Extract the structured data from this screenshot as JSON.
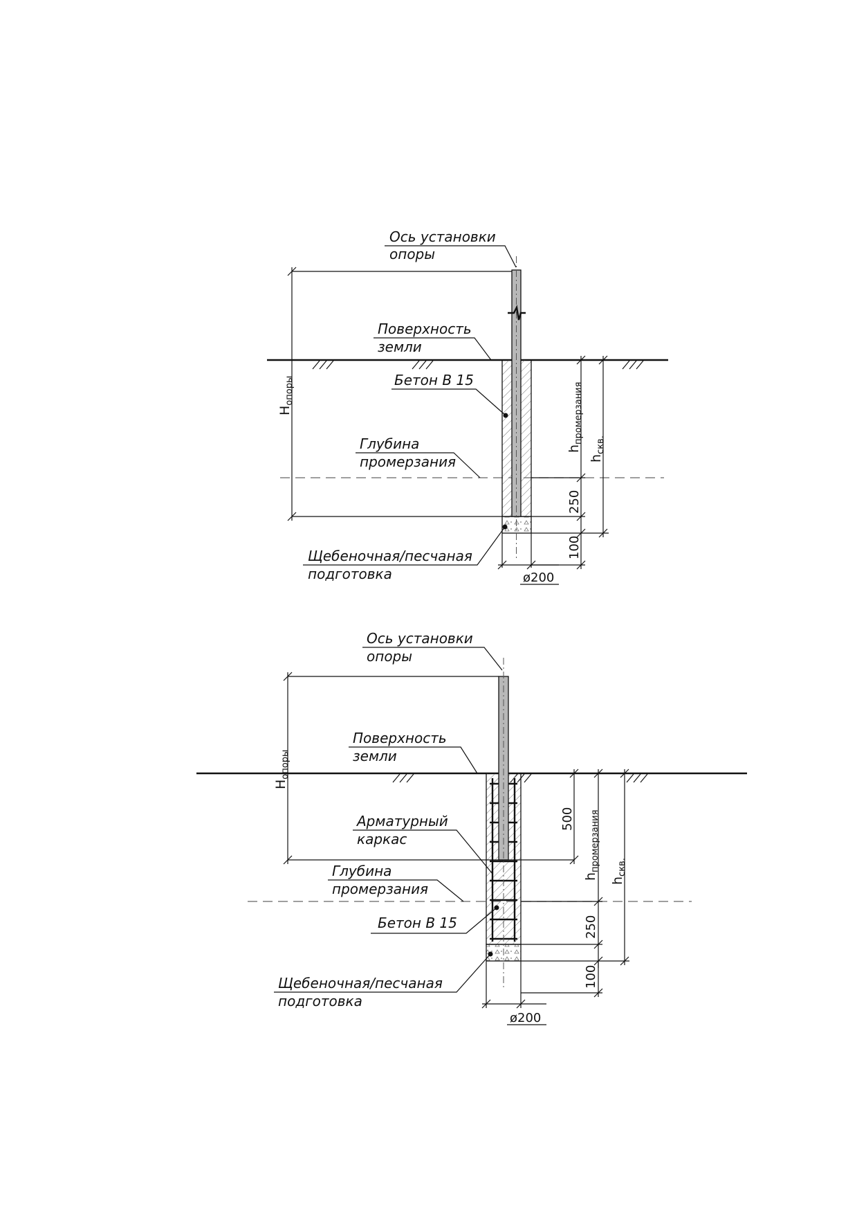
{
  "diagram1": {
    "axis_label_line1": "Ось установки",
    "axis_label_line2": "опоры",
    "ground_label_line1": "Поверхность",
    "ground_label_line2": "земли",
    "concrete_label": "Бетон В 15",
    "frost_label_line1": "Глубина",
    "frost_label_line2": "промерзания",
    "base_label_line1": "Щебеночная/песчаная",
    "base_label_line2": "подготовка",
    "dim_H": "H",
    "dim_H_sub": "опоры",
    "dim_hfrost": "h",
    "dim_hfrost_sub": "промерзания",
    "dim_hwell": "h",
    "dim_hwell_sub": "скв.",
    "dim_250": "250",
    "dim_100": "100",
    "dim_diam": "ø200"
  },
  "diagram2": {
    "axis_label_line1": "Ось установки",
    "axis_label_line2": "опоры",
    "ground_label_line1": "Поверхность",
    "ground_label_line2": "земли",
    "rebar_label_line1": "Арматурный",
    "rebar_label_line2": "каркас",
    "frost_label_line1": "Глубина",
    "frost_label_line2": "промерзания",
    "concrete_label": "Бетон В 15",
    "base_label_line1": "Щебеночная/песчаная",
    "base_label_line2": "подготовка",
    "dim_H": "H",
    "dim_H_sub": "опоры",
    "dim_hfrost": "h",
    "dim_hfrost_sub": "промерзания",
    "dim_hwell": "h",
    "dim_hwell_sub": "скв.",
    "dim_500": "500",
    "dim_250": "250",
    "dim_100": "100",
    "dim_diam": "ø200"
  }
}
